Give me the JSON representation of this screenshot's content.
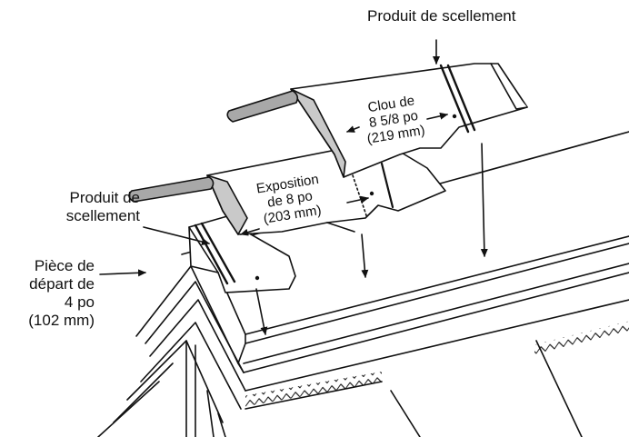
{
  "labels": {
    "sealant_top": "Produit de scellement",
    "sealant_left": [
      "Produit de",
      "scellement"
    ],
    "starter_piece": [
      "Pièce de",
      "départ de",
      "4 po",
      "(102 mm)"
    ]
  },
  "annotations": {
    "nail": [
      "Clou de",
      "8 5/8  po",
      "(219 mm)"
    ],
    "exposure": [
      "Exposition",
      "de 8 po",
      "(203 mm)"
    ]
  },
  "colors": {
    "stroke": "#111111",
    "cap_fill": "#ffffff",
    "bend_shade": "#c9c9c9",
    "roll_fill": "#a8a8a8"
  }
}
